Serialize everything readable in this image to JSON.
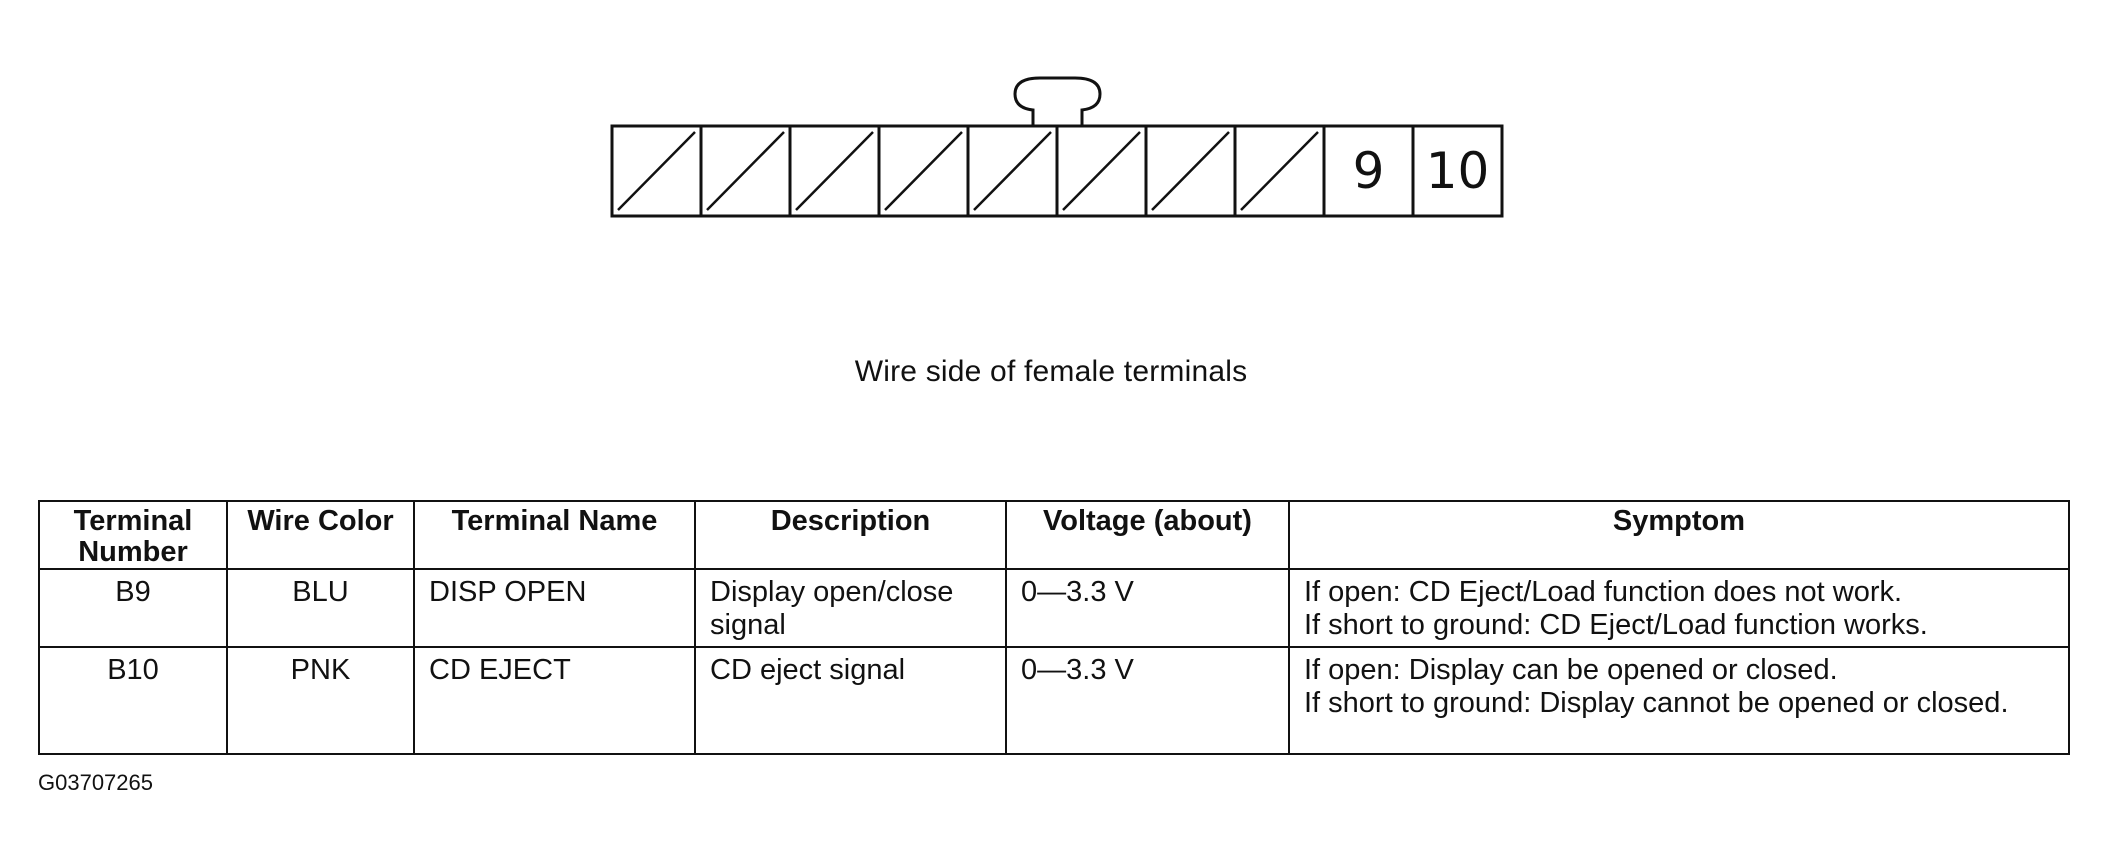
{
  "connector": {
    "cells": [
      {
        "label": "",
        "hatched": true
      },
      {
        "label": "",
        "hatched": true
      },
      {
        "label": "",
        "hatched": true
      },
      {
        "label": "",
        "hatched": true
      },
      {
        "label": "",
        "hatched": true
      },
      {
        "label": "",
        "hatched": true
      },
      {
        "label": "",
        "hatched": true
      },
      {
        "label": "",
        "hatched": true
      },
      {
        "label": "9",
        "hatched": false
      },
      {
        "label": "10",
        "hatched": false
      }
    ],
    "caption": "Wire side of female terminals"
  },
  "table": {
    "headers": {
      "terminal_number": "Terminal Number",
      "wire_color": "Wire Color",
      "terminal_name": "Terminal Name",
      "description": "Description",
      "voltage": "Voltage (about)",
      "symptom": "Symptom"
    },
    "rows": [
      {
        "terminal_number": "B9",
        "wire_color": "BLU",
        "terminal_name": "DISP OPEN",
        "description": "Display open/close signal",
        "voltage": "0—3.3 V",
        "symptom_open": "If open: CD Eject/Load function does not work.",
        "symptom_short": "If short to ground: CD Eject/Load function works."
      },
      {
        "terminal_number": "B10",
        "wire_color": "PNK",
        "terminal_name": "CD EJECT",
        "description": "CD eject signal",
        "voltage": "0—3.3 V",
        "symptom_open": "If open: Display can be opened or closed.",
        "symptom_short": "If short to ground: Display cannot be opened or closed."
      }
    ]
  },
  "figure_code": "G03707265"
}
